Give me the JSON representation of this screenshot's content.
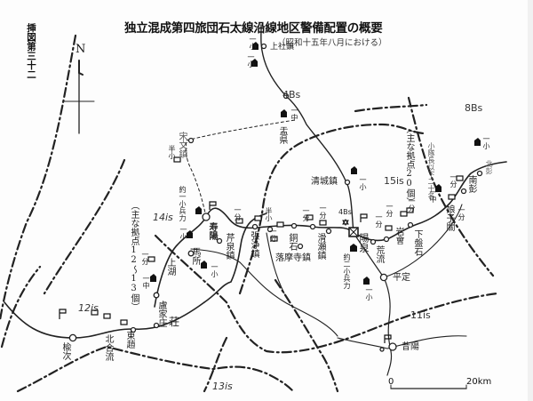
{
  "title": "独立混成第四旅団石太線沿線地区警備配置の概要",
  "subtitle": "（昭和十五年八月における）",
  "figure_number": "挿図第三十二",
  "compass": {
    "label": "N"
  },
  "scale_bar": {
    "start": "0",
    "end": "20km"
  },
  "unit_areas": [
    {
      "id": "4Bs",
      "label": "4Bs"
    },
    {
      "id": "8Bs",
      "label": "8Bs"
    },
    {
      "id": "14is",
      "label": "14is"
    },
    {
      "id": "15is",
      "label": "15is"
    },
    {
      "id": "12is",
      "label": "12is"
    },
    {
      "id": "11is",
      "label": "11is"
    },
    {
      "id": "13is",
      "label": "13is"
    },
    {
      "id": "4Bs_hq",
      "label": "4Bs"
    }
  ],
  "notes": {
    "main_points_12_13": "（主な拠点12～13個）",
    "main_points_20": "（主な拠点20個）",
    "near_14is_strength": "約一小兵力",
    "near_yangquan_strength": "約二小兵力",
    "east_note": "小隊長以下二十名"
  },
  "places": {
    "shangshe": "上社鎮",
    "yuxian": "盂県",
    "zongaizhen": "宋文鎮",
    "shouyang": "寿陽",
    "jiezhen": "芹泉鎮",
    "zhangjing": "張浄鎮",
    "zhaoshi": "銅石",
    "zhanhu": "落摩寺鎮",
    "heting": "滑瀬鎮",
    "qingcheng": "清城鎮",
    "yangquan": "陽泉",
    "ganglu": "荒流",
    "yanhui": "岩會",
    "xiapanshi": "下盤石",
    "niangziguan": "娘子關",
    "nanzhai": "南彭",
    "beizhai": "北彭",
    "pingding": "平定",
    "xiyang": "昔陽",
    "mashou": "馬所",
    "shanghu": "上湖",
    "lujiazhuang": "盧家庄",
    "dongzhao": "東趙",
    "beiheliu": "北合流",
    "yuci": "楡次",
    "zhuang": "荘"
  },
  "garrison_labels": {
    "platoon": "一小",
    "detachment": "一分",
    "company": "一中",
    "half_platoon": "半小"
  },
  "legend": {
    "garrison_marker": "garrison-icon",
    "post_marker": "post-icon",
    "hq_marker": "hq-star-icon",
    "station_marker": "station-circle-icon"
  }
}
